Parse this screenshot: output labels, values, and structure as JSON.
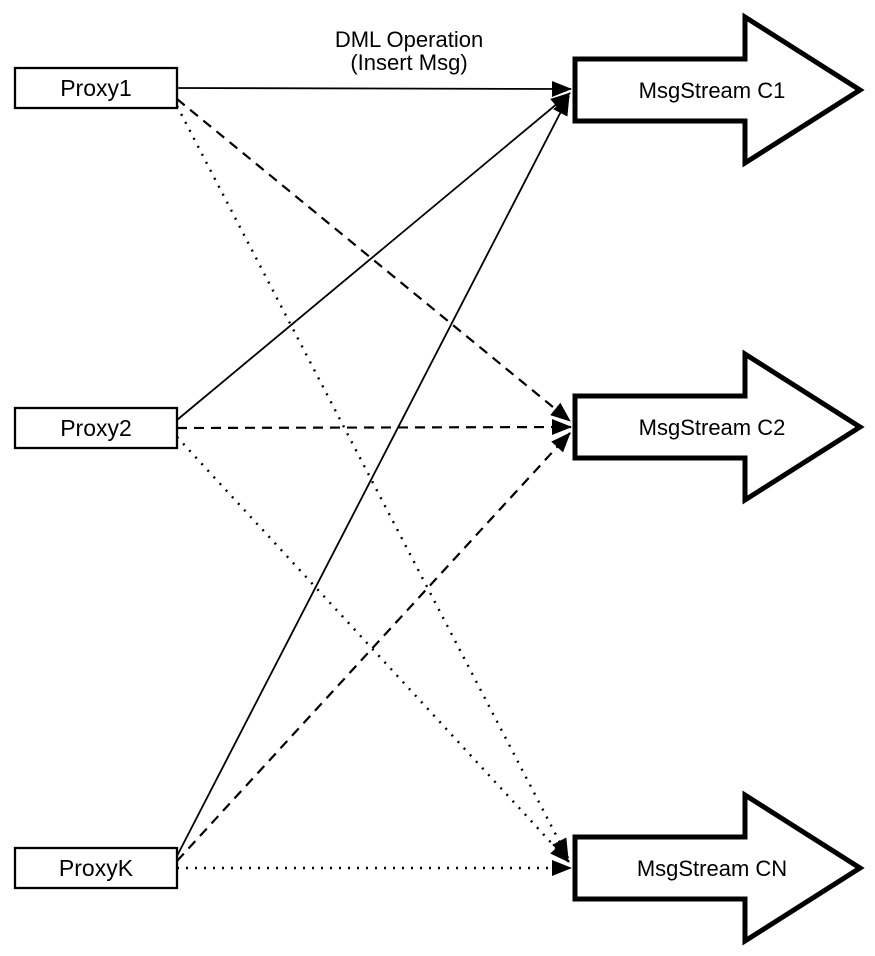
{
  "diagram": {
    "background": "#ffffff",
    "stroke_color": "#000000",
    "title": {
      "line1": "DML Operation",
      "line2": "(Insert Msg)"
    },
    "proxies": [
      {
        "id": "proxy1",
        "label": "Proxy1"
      },
      {
        "id": "proxy2",
        "label": "Proxy2"
      },
      {
        "id": "proxyK",
        "label": "ProxyK"
      }
    ],
    "streams": [
      {
        "id": "c1",
        "label": "MsgStream C1"
      },
      {
        "id": "c2",
        "label": "MsgStream C2"
      },
      {
        "id": "cN",
        "label": "MsgStream CN"
      }
    ],
    "edges": [
      {
        "from": "Proxy1",
        "to": "MsgStream C1",
        "style": "solid"
      },
      {
        "from": "Proxy1",
        "to": "MsgStream C2",
        "style": "dashed"
      },
      {
        "from": "Proxy1",
        "to": "MsgStream CN",
        "style": "dotted"
      },
      {
        "from": "Proxy2",
        "to": "MsgStream C1",
        "style": "solid"
      },
      {
        "from": "Proxy2",
        "to": "MsgStream C2",
        "style": "dashed"
      },
      {
        "from": "Proxy2",
        "to": "MsgStream CN",
        "style": "dotted"
      },
      {
        "from": "ProxyK",
        "to": "MsgStream C1",
        "style": "solid"
      },
      {
        "from": "ProxyK",
        "to": "MsgStream C2",
        "style": "dashed"
      },
      {
        "from": "ProxyK",
        "to": "MsgStream CN",
        "style": "dotted"
      }
    ]
  }
}
